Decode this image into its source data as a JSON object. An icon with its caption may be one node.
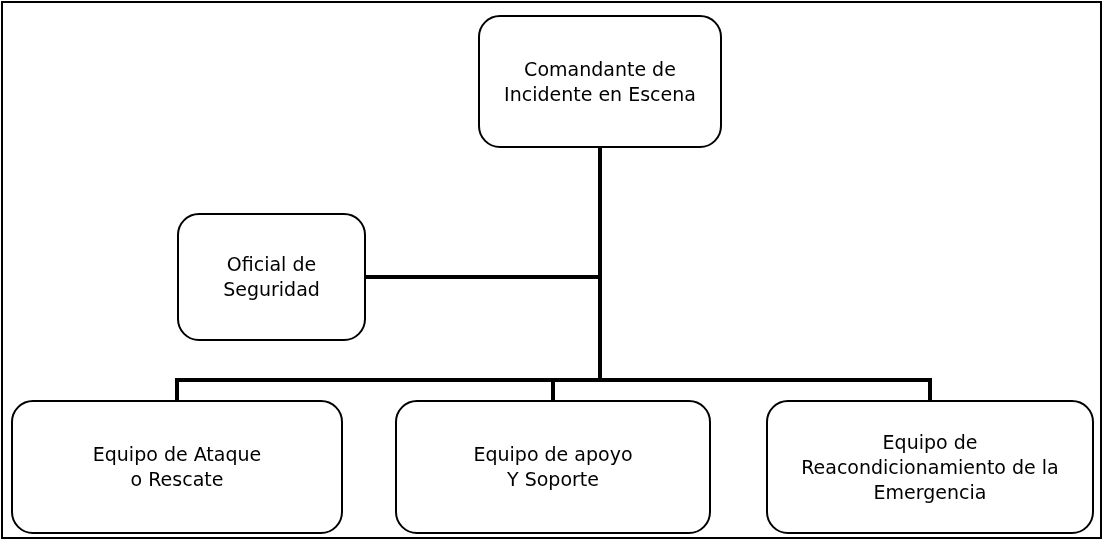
{
  "diagram": {
    "nodes": [
      {
        "text": [
          "Comandante de Incidente en Escena"
        ]
      },
      {
        "text": [
          "Oficial de Seguridad"
        ]
      },
      {
        "text": [
          "Equipo de Ataque o Rescate"
        ]
      },
      {
        "text": [
          "Equipo de apoyo Y Soporte"
        ]
      },
      {
        "text": [
          "Equipo de Reacondicionamiento de la Emergencia"
        ]
      }
    ],
    "edges": [
      {
        "from": 0,
        "to": 1,
        "arrow": "none"
      },
      {
        "from": 0,
        "to": 2,
        "arrow": "none"
      },
      {
        "from": 0,
        "to": 3,
        "arrow": "none"
      },
      {
        "from": 0,
        "to": 4,
        "arrow": "none"
      }
    ]
  }
}
